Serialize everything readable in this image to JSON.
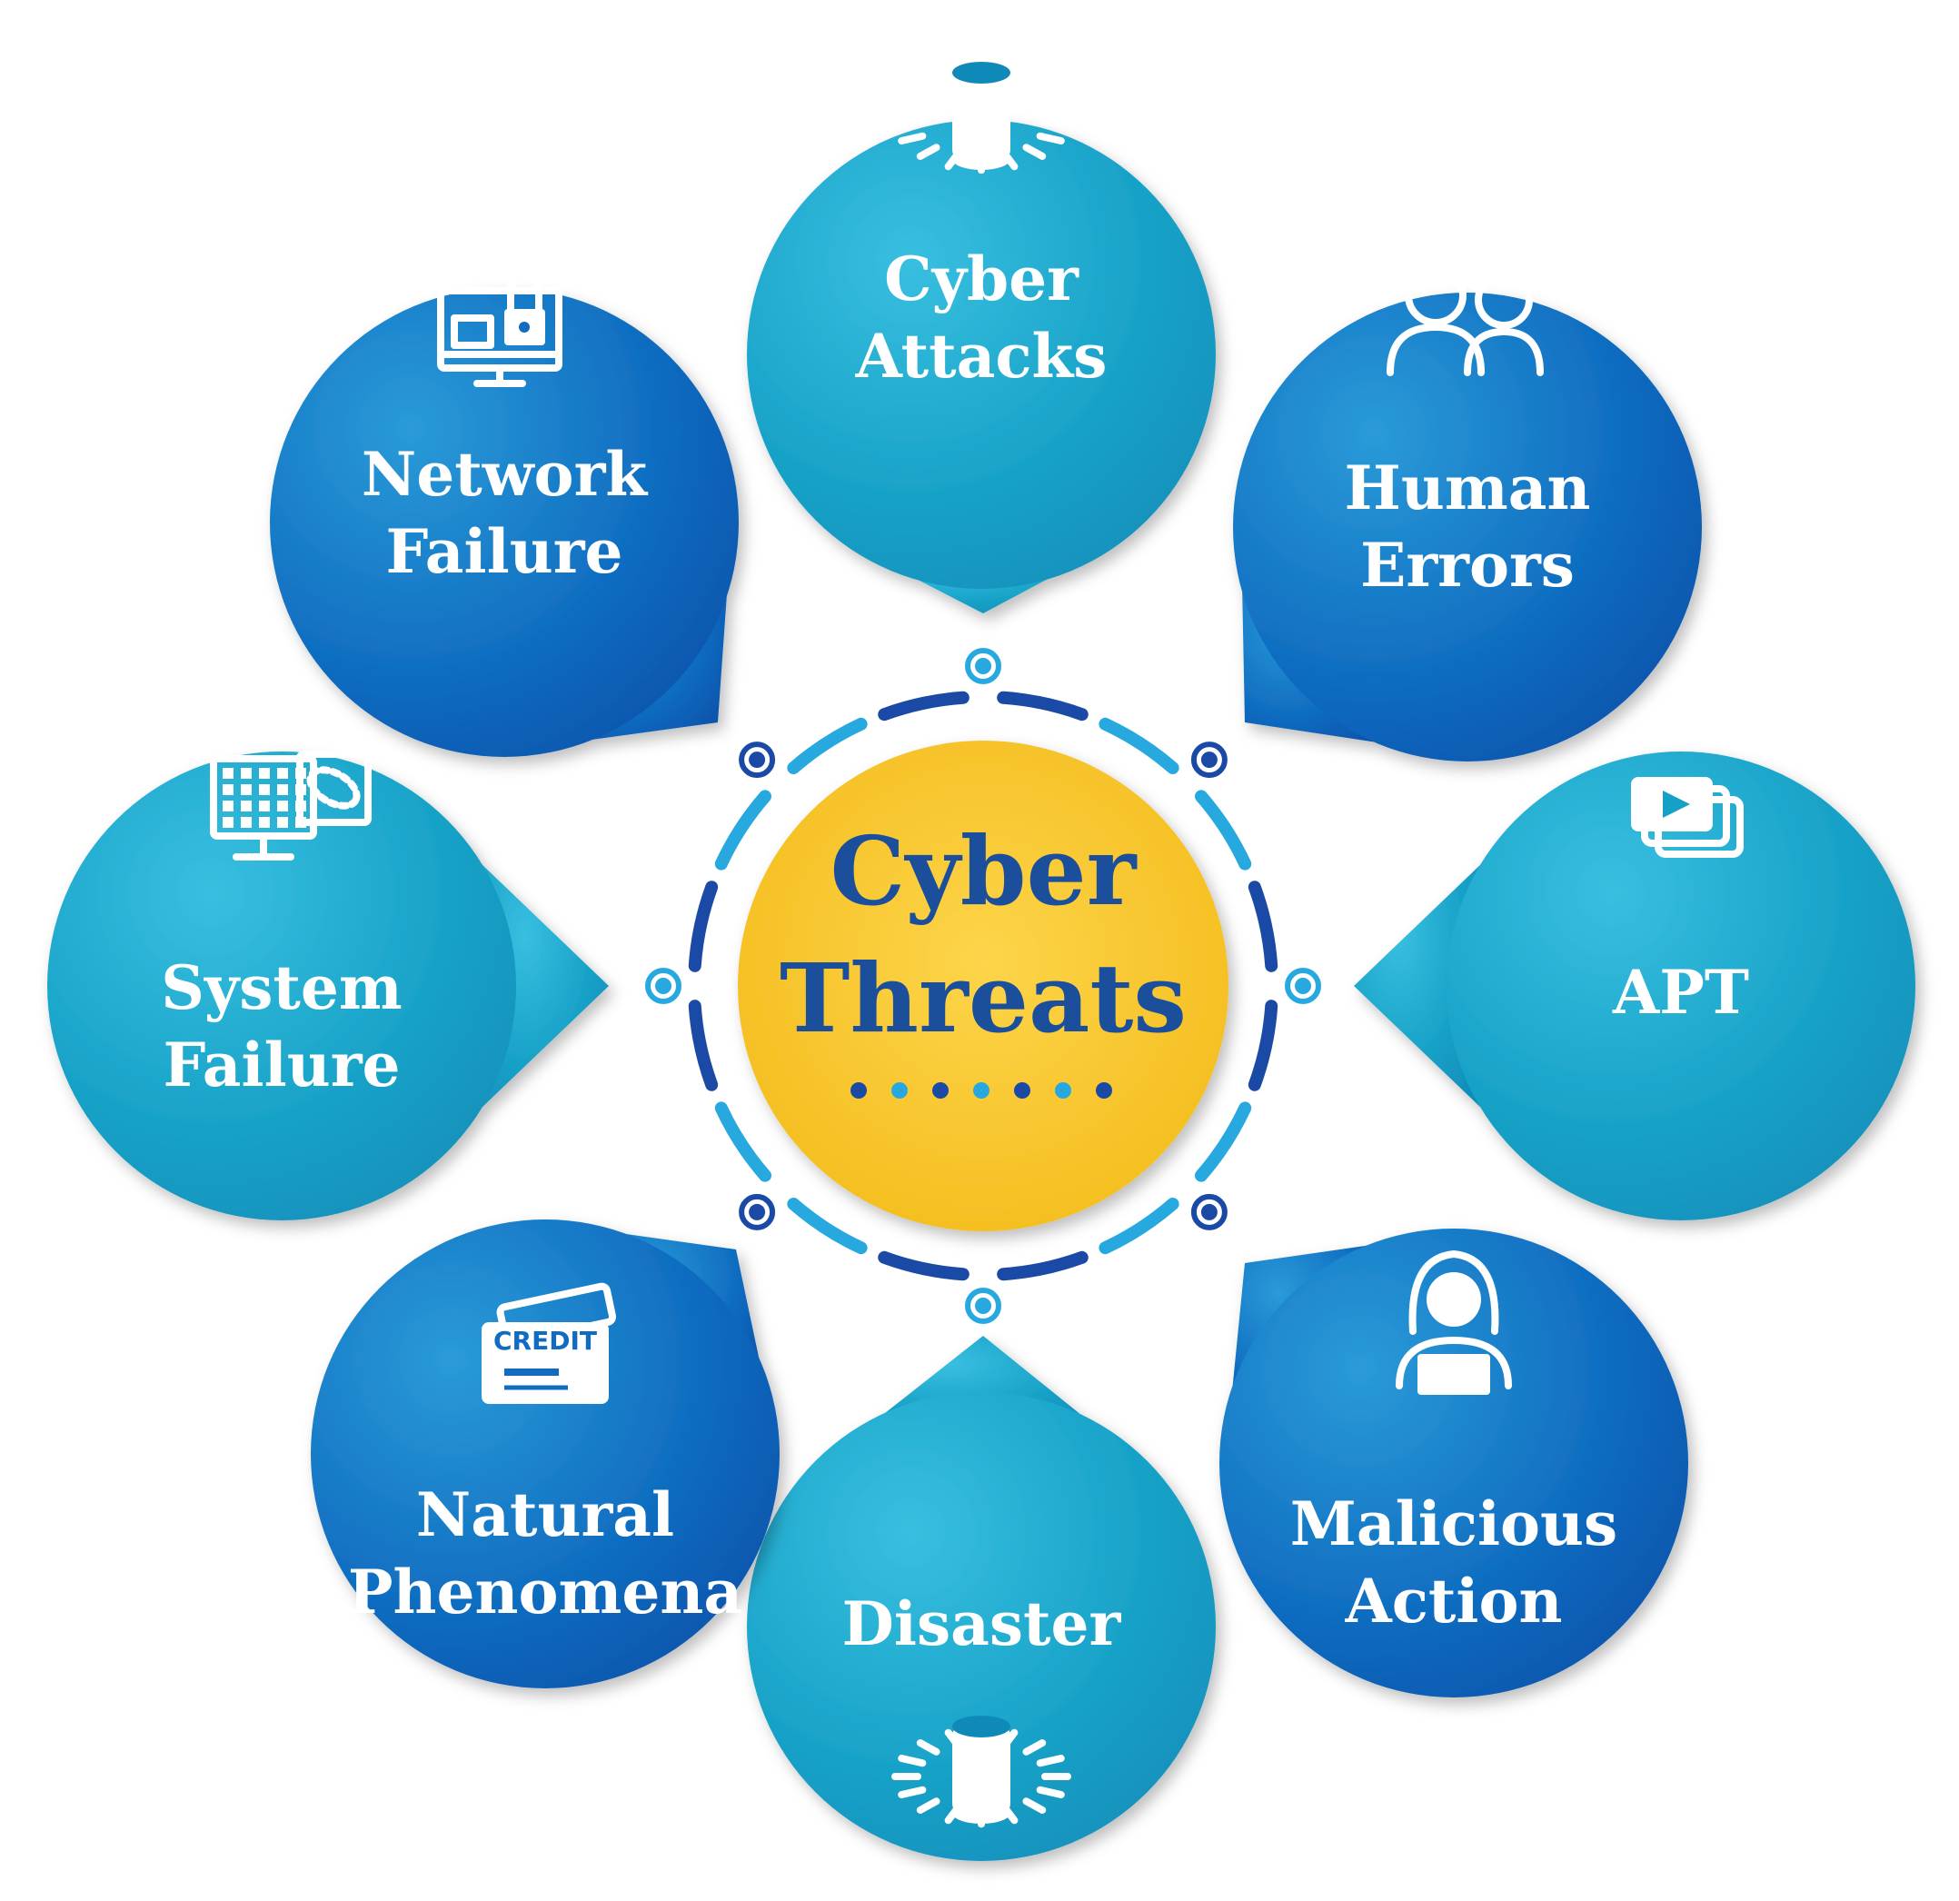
{
  "center": {
    "lines": [
      "Cyber",
      "Threats"
    ],
    "fill_color": "#f9c82c",
    "text_color": "#1b4f9c"
  },
  "colors": {
    "dark_blue": "#0b57b6",
    "mid_blue": "#1684c6",
    "teal": "#1aa6c8",
    "light_teal": "#2db6d6",
    "ring_dark": "#1a4aa6",
    "ring_light": "#27a9df"
  },
  "bubbles": [
    {
      "id": "cyber-attacks",
      "lines": [
        "Cyber",
        "Attacks"
      ],
      "icon": "database-ring-icon",
      "tone": "teal"
    },
    {
      "id": "human-errors",
      "lines": [
        "Human",
        "Errors"
      ],
      "icon": "people-icon",
      "tone": "dark"
    },
    {
      "id": "apt",
      "lines": [
        "APT"
      ],
      "icon": "video-stack-icon",
      "tone": "teal"
    },
    {
      "id": "malicious-action",
      "lines": [
        "Malicious",
        "Action"
      ],
      "icon": "hacker-icon",
      "tone": "dark"
    },
    {
      "id": "disaster",
      "lines": [
        "Disaster"
      ],
      "icon": "database-ring-icon",
      "tone": "teal"
    },
    {
      "id": "natural-phenomena",
      "lines": [
        "Natural",
        "Phenomena"
      ],
      "icon": "credit-card-icon",
      "tone": "dark"
    },
    {
      "id": "system-failure",
      "lines": [
        "System",
        "Failure"
      ],
      "icon": "binary-monitor-icon",
      "tone": "teal"
    },
    {
      "id": "network-failure",
      "lines": [
        "Network",
        "Failure"
      ],
      "icon": "monitor-lock-icon",
      "tone": "dark"
    }
  ],
  "credit_card_text": "CREDIT"
}
